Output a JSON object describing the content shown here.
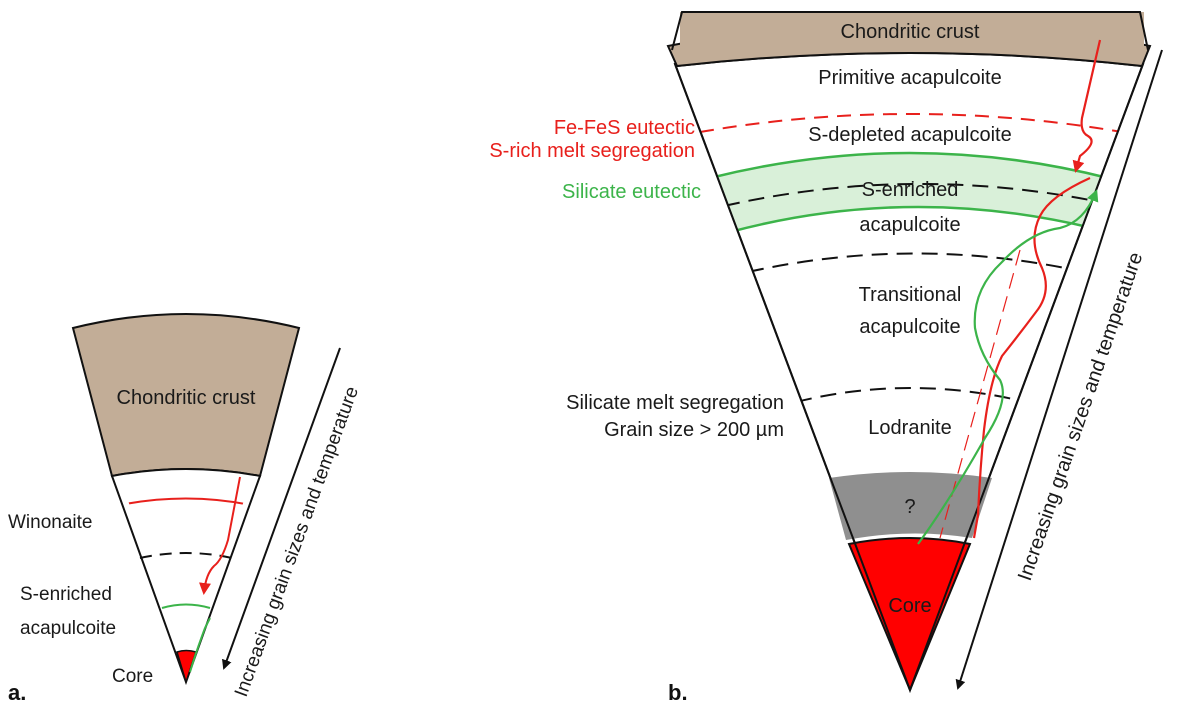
{
  "panel_a": {
    "letter": "a.",
    "crust": "Chondritic crust",
    "layers": [
      "Winonaite",
      "S-enriched",
      "acapulcoite",
      "Core"
    ],
    "arrow_label": "Increasing grain sizes and temperature"
  },
  "panel_b": {
    "letter": "b.",
    "crust": "Chondritic crust",
    "layers": {
      "primitive": "Primitive acapulcoite",
      "s_depleted": "S-depleted acapulcoite",
      "s_enriched_1": "S-enriched",
      "s_enriched_2": "acapulcoite",
      "transitional_1": "Transitional",
      "transitional_2": "acapulcoite",
      "lodranite": "Lodranite",
      "unknown": "?",
      "core": "Core"
    },
    "boundaries": {
      "fe_fes_1": "Fe-FeS eutectic",
      "fe_fes_2": "S-rich melt segregation",
      "silicate_eutectic": "Silicate eutectic",
      "silicate_melt_1": "Silicate melt segregation",
      "silicate_melt_2": "Grain size > 200 µm"
    },
    "arrow_label": "Increasing grain sizes and temperature"
  },
  "colors": {
    "crust": "#c2ad97",
    "sulfide_red": "#e8201c",
    "silicate_green": "#3cb44a",
    "silicate_band": "#d9f0d9",
    "unknown_gray": "#8f8f8f",
    "core_red": "#ff0000"
  }
}
